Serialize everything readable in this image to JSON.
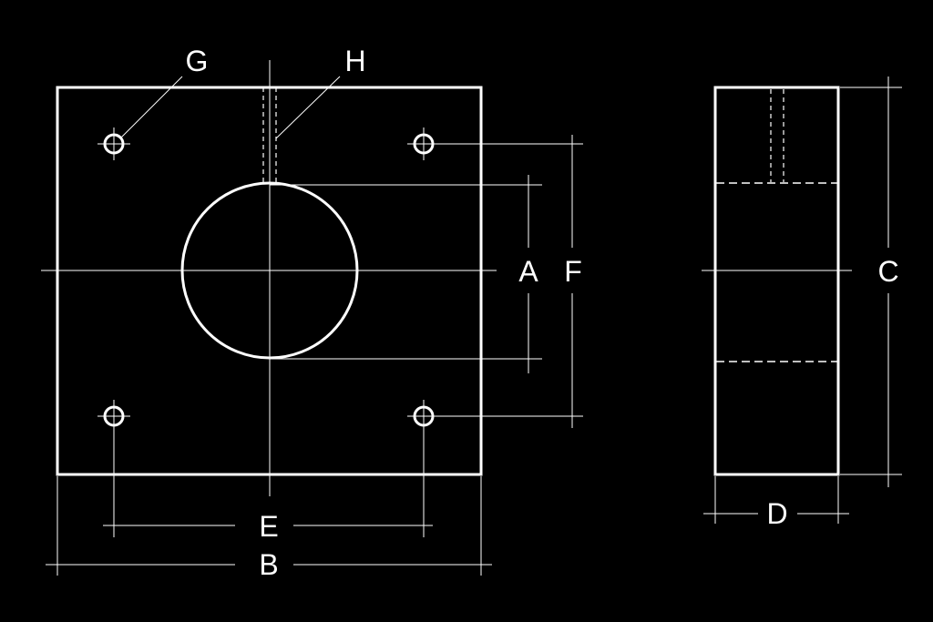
{
  "labels": {
    "A": "A",
    "B": "B",
    "C": "C",
    "D": "D",
    "E": "E",
    "F": "F",
    "G": "G",
    "H": "H"
  },
  "colors": {
    "background": "#000000",
    "line": "#ffffff"
  }
}
